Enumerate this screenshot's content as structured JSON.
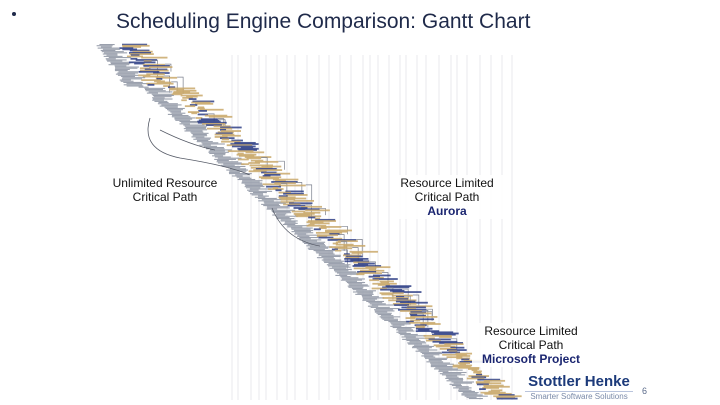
{
  "slide": {
    "title": "Scheduling Engine Comparison: Gantt Chart",
    "page_number": "6"
  },
  "annotations": {
    "unlimited": {
      "line1": "Unlimited Resource",
      "line2": "Critical Path"
    },
    "aurora": {
      "line1": "Resource Limited",
      "line2": "Critical Path",
      "engine": "Aurora"
    },
    "msproject": {
      "line1": "Resource Limited",
      "line2": "Critical Path",
      "engine": "Microsoft Project"
    }
  },
  "logo": {
    "name": "Stottler Henke",
    "tagline": "Smarter Software Solutions"
  },
  "colors": {
    "title": "#1f2a4a",
    "bar_tan": "#c9a86a",
    "bar_blue": "#2f3f86",
    "logo_blue": "#1c3a7a"
  }
}
